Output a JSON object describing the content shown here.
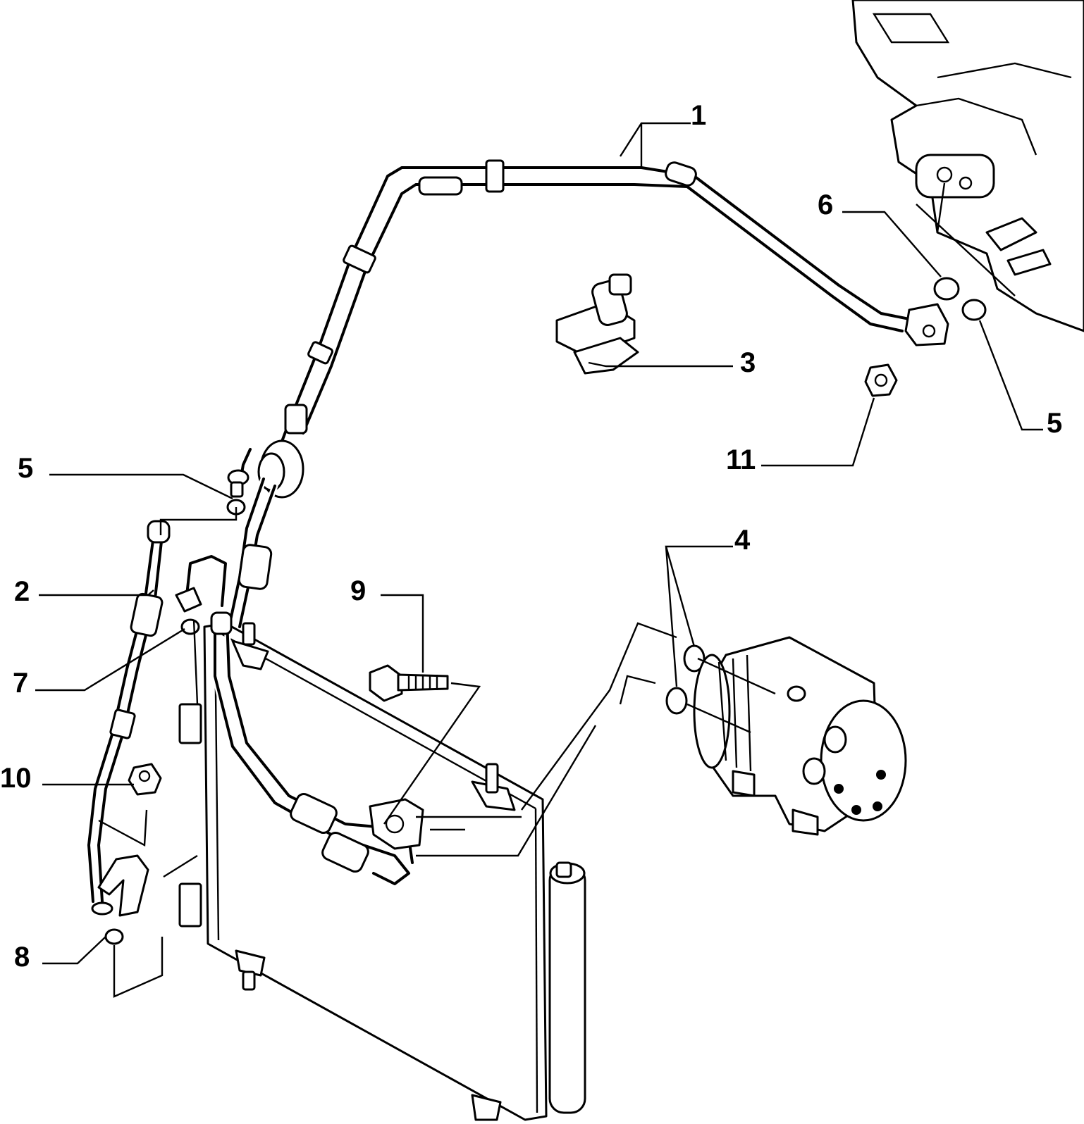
{
  "callouts": [
    {
      "id": "1",
      "label": "1"
    },
    {
      "id": "2",
      "label": "2"
    },
    {
      "id": "3",
      "label": "3"
    },
    {
      "id": "4",
      "label": "4"
    },
    {
      "id": "5a",
      "label": "5"
    },
    {
      "id": "5b",
      "label": "5"
    },
    {
      "id": "6",
      "label": "6"
    },
    {
      "id": "7",
      "label": "7"
    },
    {
      "id": "8",
      "label": "8"
    },
    {
      "id": "9",
      "label": "9"
    },
    {
      "id": "10",
      "label": "10"
    },
    {
      "id": "11",
      "label": "11"
    }
  ]
}
